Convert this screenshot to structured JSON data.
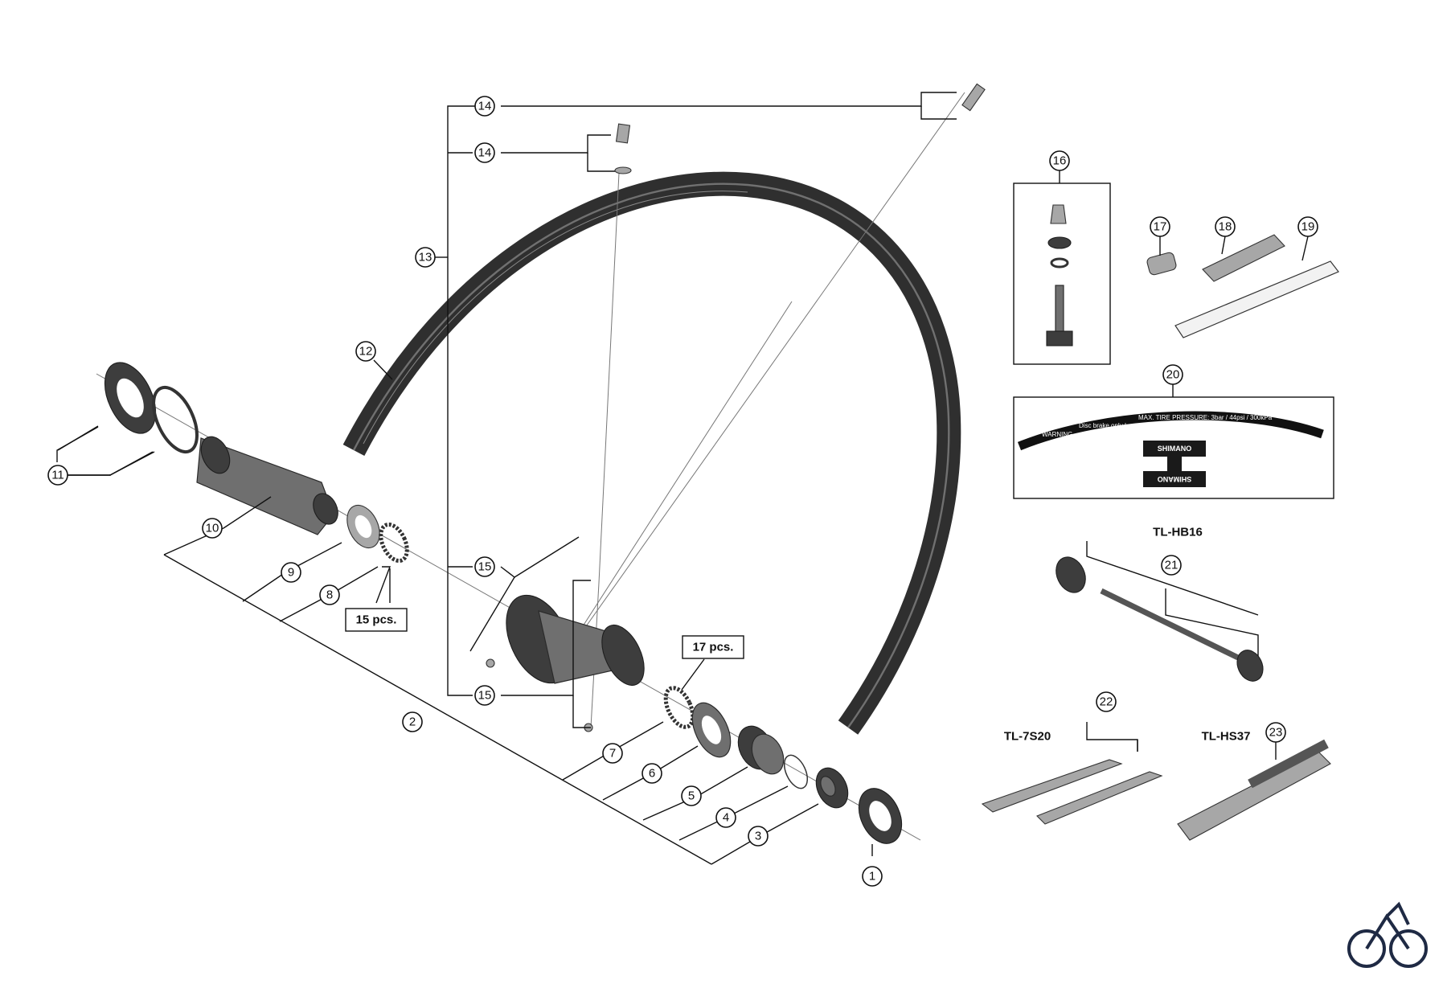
{
  "callouts": {
    "c1": "1",
    "c2": "2",
    "c3": "3",
    "c4": "4",
    "c5": "5",
    "c6": "6",
    "c7": "7",
    "c8": "8",
    "c9": "9",
    "c10": "10",
    "c11": "11",
    "c12": "12",
    "c13": "13",
    "c14a": "14",
    "c14b": "14",
    "c15a": "15",
    "c15b": "15",
    "c16": "16",
    "c17": "17",
    "c18": "18",
    "c19": "19",
    "c20": "20",
    "c21": "21",
    "c22": "22",
    "c23": "23"
  },
  "quantities": {
    "spokes_left": "15 pcs.",
    "spokes_right": "17 pcs."
  },
  "tools": {
    "hub_tool": "TL-HB16",
    "cone_wrench": "TL-7S20",
    "hub_spanner": "TL-HS37"
  },
  "decal": {
    "warning": "WARNING",
    "disc_notice": "Disc brake only !",
    "pressure": "MAX. TIRE PRESSURE: 3bar / 44psi / 300kPa",
    "brand": "SHIMANO"
  },
  "colors": {
    "line": "#111111",
    "part_dark": "#3d3d3d",
    "part_mid": "#6f6f6f",
    "part_light": "#a7a7a7",
    "logo": "#1f2a44"
  },
  "icons": {
    "corner_logo": "bicycle-icon"
  }
}
